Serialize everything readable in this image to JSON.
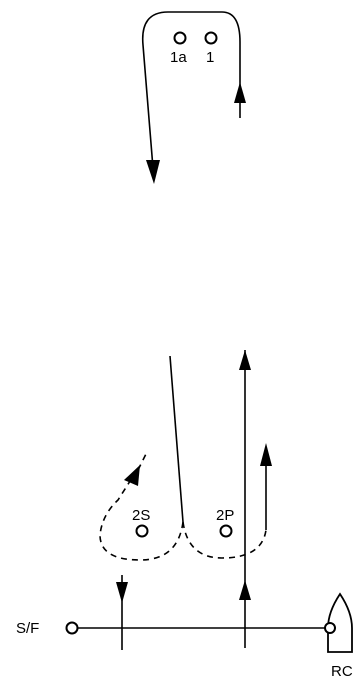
{
  "marks": {
    "mark_1a": "1a",
    "mark_1": "1",
    "mark_2s": "2S",
    "mark_2p": "2P",
    "start_finish": "S/F",
    "committee_boat": "RC"
  },
  "colors": {
    "line": "#000000",
    "background": "#ffffff"
  }
}
